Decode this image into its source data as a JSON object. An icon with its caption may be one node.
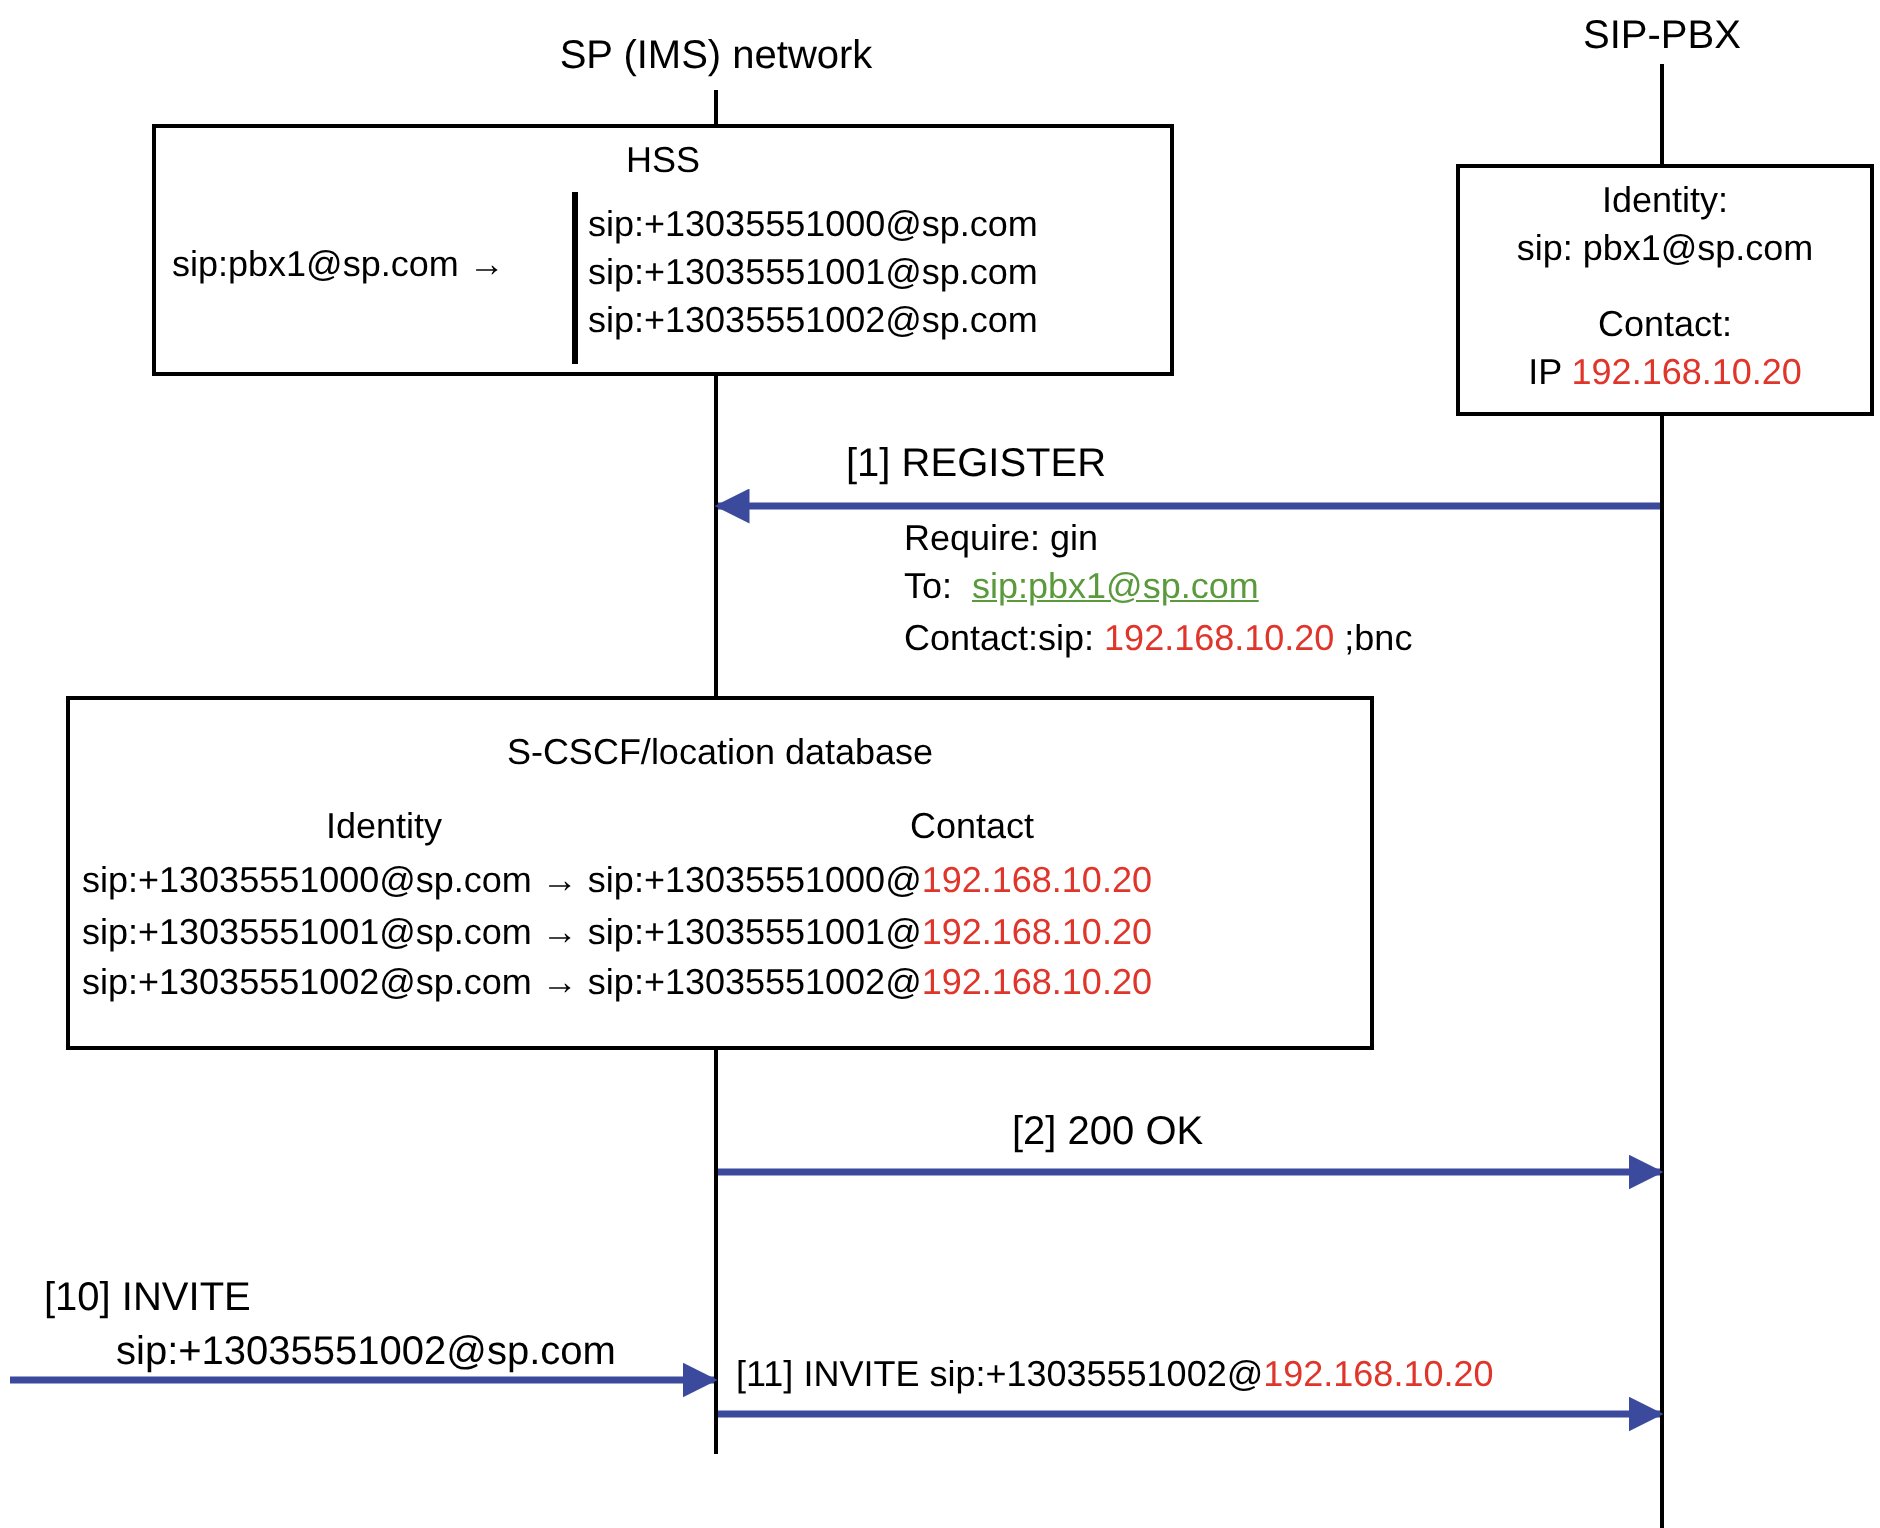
{
  "diagram": {
    "nodes": [
      {
        "text": [
          "SP (IMS) network"
        ]
      },
      {
        "text": [
          "SIP-PBX"
        ]
      },
      {
        "text": [
          "HSS",
          "sip:pbx1@sp.com →",
          "sip:+13035551000@sp.com",
          "sip:+13035551001@sp.com",
          "sip:+13035551002@sp.com"
        ]
      },
      {
        "text": [
          "Identity:",
          "sip: pbx1@sp.com",
          "Contact:",
          "IP **192.168.10.20**"
        ]
      },
      {
        "text": [
          "S-CSCF/location database",
          "Identity",
          "Contact",
          "sip:+13035551000@sp.com → sip:+13035551000@**192.168.10.20**",
          "sip:+13035551001@sp.com → sip:+13035551001@**192.168.10.20**",
          "sip:+13035551002@sp.com → sip:+13035551002@**192.168.10.20**"
        ]
      }
    ],
    "edges": [
      {
        "from": 1,
        "to": 0,
        "arrow": "to",
        "label": "[1] REGISTER"
      },
      {
        "from": 0,
        "to": 1,
        "arrow": "to",
        "label": "[2] 200 OK"
      },
      {
        "from": null,
        "to": 0,
        "arrow": "to",
        "label": "[10] INVITE sip:+13035551002@sp.com"
      },
      {
        "from": 0,
        "to": 1,
        "arrow": "to",
        "label": "[11] INVITE sip:+13035551002@**192.168.10.20**"
      }
    ],
    "labels": [
      "Require: gin",
      "To:",
      "sip:pbx1@sp.com",
      "Contact:sip: **192.168.10.20** ;bnc"
    ]
  }
}
